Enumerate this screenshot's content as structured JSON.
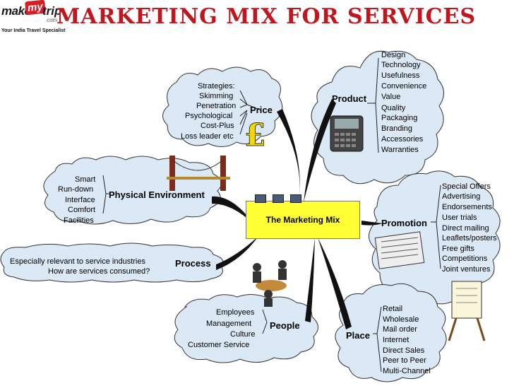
{
  "brand": {
    "name_left": "make",
    "name_mid": "my",
    "name_right": "trip",
    "domain": ".com",
    "tagline": "Your India Travel Specialist"
  },
  "title": "Marketing Mix For Services",
  "center": "The Marketing Mix",
  "price": {
    "heading": "Price",
    "items": [
      "Strategies:",
      "Skimming",
      "Penetration",
      "Psychological",
      "Cost-Plus",
      "Loss leader etc"
    ]
  },
  "product": {
    "heading": "Product",
    "items": [
      "Design",
      "Technology",
      "Usefulness",
      "Convenience",
      "Value",
      "Quality",
      "Packaging",
      "Branding",
      "Accessories",
      "Warranties"
    ]
  },
  "physical": {
    "heading": "Physical Environment",
    "items": [
      "Smart",
      "Run-down",
      "Interface",
      "Comfort",
      "Facilities"
    ]
  },
  "promotion": {
    "heading": "Promotion",
    "items": [
      "Special Offers",
      "Advertising",
      "Endorsements",
      "User trials",
      "Direct mailing",
      "Leaflets/posters",
      "Free gifts",
      "Competitions",
      "Joint ventures"
    ]
  },
  "process": {
    "heading": "Process",
    "items": [
      "Especially relevant to service industries",
      "How are services consumed?"
    ]
  },
  "people": {
    "heading": "People",
    "items": [
      "Employees",
      "Management",
      "Culture",
      "Customer Service"
    ]
  },
  "place": {
    "heading": "Place",
    "items": [
      "Retail",
      "Wholesale",
      "Mail order",
      "Internet",
      "Direct Sales",
      "Peer to Peer",
      "Multi-Channel"
    ]
  },
  "colors": {
    "cloud_fill": "#dbe8f6",
    "center_fill": "#ffff33",
    "title": "#c0161e"
  }
}
